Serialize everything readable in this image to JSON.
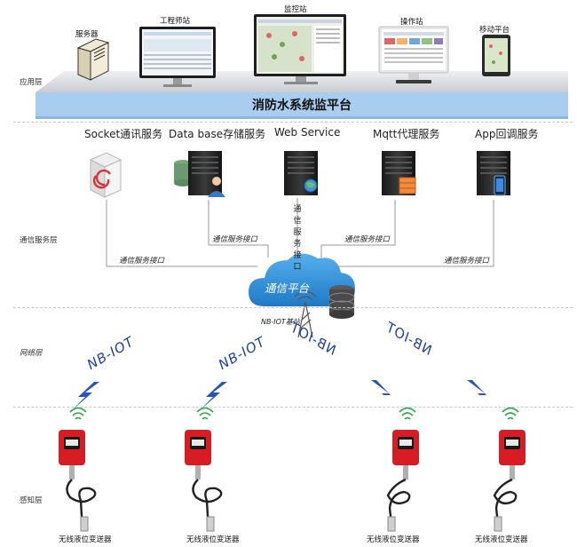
{
  "application_layer": {
    "label": "应用层",
    "devices": [
      {
        "label": "服务器"
      },
      {
        "label": "工程师站"
      },
      {
        "label": "监控站"
      },
      {
        "label": "操作站"
      },
      {
        "label": "移动平台"
      }
    ],
    "platform_title": "消防水系统监平台"
  },
  "communication_layer": {
    "label": "通信服务层",
    "services": [
      {
        "label": "Socket通讯服务"
      },
      {
        "label": "Data base存储服务"
      },
      {
        "label": "Web Service"
      },
      {
        "label": "Mqtt代理服务"
      },
      {
        "label": "App回调服务"
      }
    ],
    "interface_labels": [
      "通信服务接口",
      "通信服务接口",
      "通信服务接口",
      "通信服务接口"
    ],
    "vertical_interface_label": "通信服务接口",
    "cloud_title": "通信平台",
    "base_station_label": "NB-IOT基站"
  },
  "network_layer": {
    "label": "网络层",
    "links": [
      "NB-IOT",
      "NB-IOT",
      "NB-IOT",
      "NB-IOT"
    ]
  },
  "sensing_layer": {
    "label": "感知层",
    "sensors": [
      {
        "label": "无线液位变送器"
      },
      {
        "label": "无线液位变送器"
      },
      {
        "label": "无线液位变送器"
      },
      {
        "label": "无线液位变送器"
      }
    ]
  },
  "colors": {
    "platform_bar": "#a9cdef",
    "platform_top": "#dfe2e6",
    "cloud": "#2f8fd6",
    "network_text": "#1b3f9c",
    "sensor_red": "#d81c24",
    "signal_green": "#2aa84a"
  }
}
